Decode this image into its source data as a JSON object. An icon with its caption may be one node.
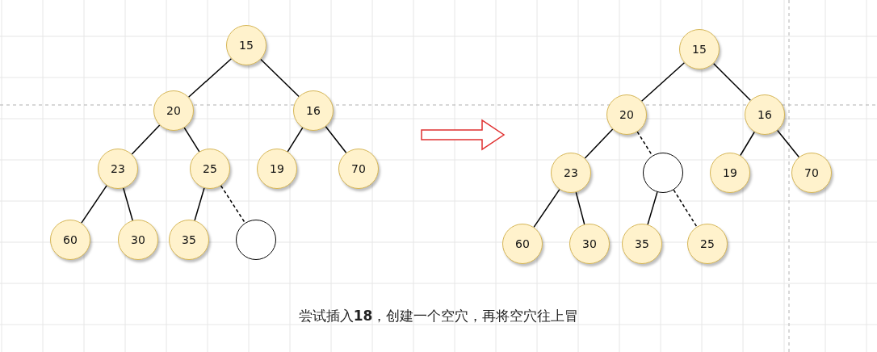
{
  "diagram": {
    "caption": "尝试插入**18**，创建一个空穴，再将空穴往上冒",
    "nodes": [
      {
        "text": [
          "15"
        ]
      },
      {
        "text": [
          "20"
        ]
      },
      {
        "text": [
          "16"
        ]
      },
      {
        "text": [
          "23"
        ]
      },
      {
        "text": [
          "25"
        ]
      },
      {
        "text": [
          "19"
        ]
      },
      {
        "text": [
          "70"
        ]
      },
      {
        "text": [
          "60"
        ]
      },
      {
        "text": [
          "30"
        ]
      },
      {
        "text": [
          "35"
        ]
      },
      {
        "text": [],
        "shape": "circle"
      },
      {
        "text": [
          "15"
        ]
      },
      {
        "text": [
          "20"
        ]
      },
      {
        "text": [
          "16"
        ]
      },
      {
        "text": [
          "23"
        ]
      },
      {
        "text": [],
        "shape": "circle"
      },
      {
        "text": [
          "19"
        ]
      },
      {
        "text": [
          "70"
        ]
      },
      {
        "text": [
          "60"
        ]
      },
      {
        "text": [
          "30"
        ]
      },
      {
        "text": [
          "35"
        ]
      },
      {
        "text": [
          "25"
        ]
      }
    ],
    "edges": [
      {
        "from": 0,
        "to": 1,
        "arrow": "none"
      },
      {
        "from": 0,
        "to": 2,
        "arrow": "none"
      },
      {
        "from": 1,
        "to": 3,
        "arrow": "none"
      },
      {
        "from": 1,
        "to": 4,
        "arrow": "none"
      },
      {
        "from": 2,
        "to": 5,
        "arrow": "none"
      },
      {
        "from": 2,
        "to": 6,
        "arrow": "none"
      },
      {
        "from": 3,
        "to": 7,
        "arrow": "none"
      },
      {
        "from": 3,
        "to": 8,
        "arrow": "none"
      },
      {
        "from": 4,
        "to": 9,
        "arrow": "none"
      },
      {
        "from": 4,
        "to": 10,
        "arrow": "none",
        "style": "dashed"
      },
      {
        "from": 11,
        "to": 12,
        "arrow": "none"
      },
      {
        "from": 11,
        "to": 13,
        "arrow": "none"
      },
      {
        "from": 12,
        "to": 14,
        "arrow": "none"
      },
      {
        "from": 12,
        "to": 15,
        "arrow": "none",
        "style": "dashed"
      },
      {
        "from": 13,
        "to": 16,
        "arrow": "none"
      },
      {
        "from": 13,
        "to": 17,
        "arrow": "none"
      },
      {
        "from": 14,
        "to": 18,
        "arrow": "none"
      },
      {
        "from": 14,
        "to": 19,
        "arrow": "none"
      },
      {
        "from": 15,
        "to": 20,
        "arrow": "none"
      },
      {
        "from": 15,
        "to": 21,
        "arrow": "none",
        "style": "dashed"
      }
    ]
  }
}
